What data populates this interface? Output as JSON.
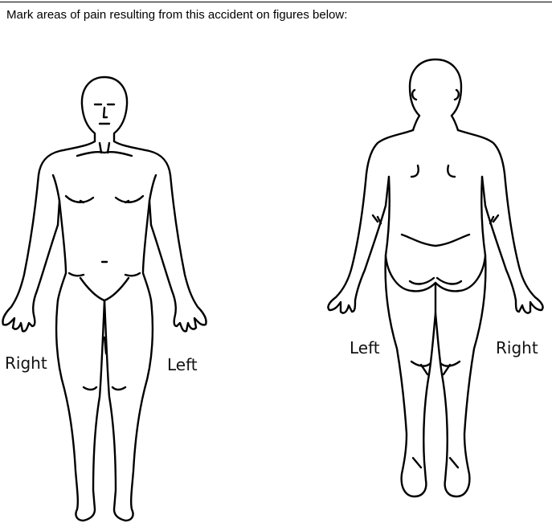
{
  "instruction": "Mark areas of pain resulting from this accident on figures below:",
  "front_figure": {
    "right_label": "Right",
    "left_label": "Left"
  },
  "back_figure": {
    "left_label": "Left",
    "right_label": "Right"
  }
}
